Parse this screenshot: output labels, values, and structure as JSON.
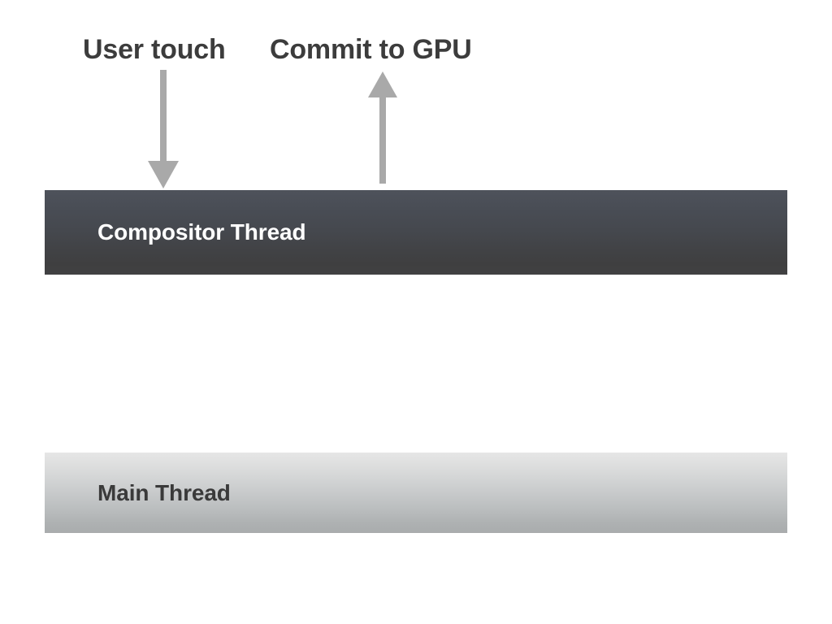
{
  "diagram": {
    "background_color": "#ffffff",
    "labels": [
      {
        "id": "user-touch",
        "text": "User touch",
        "color": "#3c3c3c"
      },
      {
        "id": "commit-to-gpu",
        "text": "Commit to GPU",
        "color": "#3c3c3c"
      }
    ],
    "arrows": [
      {
        "id": "user-touch-arrow",
        "direction": "down",
        "from_label": "User touch",
        "to_bar": "Compositor Thread",
        "color": "#a9a9a9"
      },
      {
        "id": "commit-to-gpu-arrow",
        "direction": "up",
        "from_bar": "Compositor Thread",
        "to_label": "Commit to GPU",
        "color": "#a9a9a9"
      }
    ],
    "bars": [
      {
        "id": "compositor-thread",
        "label": "Compositor Thread",
        "text_color": "#ffffff",
        "gradient_top": "#4e525b",
        "gradient_bottom": "#414142"
      },
      {
        "id": "main-thread",
        "label": "Main Thread",
        "text_color": "#3a3a3a",
        "gradient_top": "#e6e6e6",
        "gradient_bottom": "#a9acad"
      }
    ]
  }
}
